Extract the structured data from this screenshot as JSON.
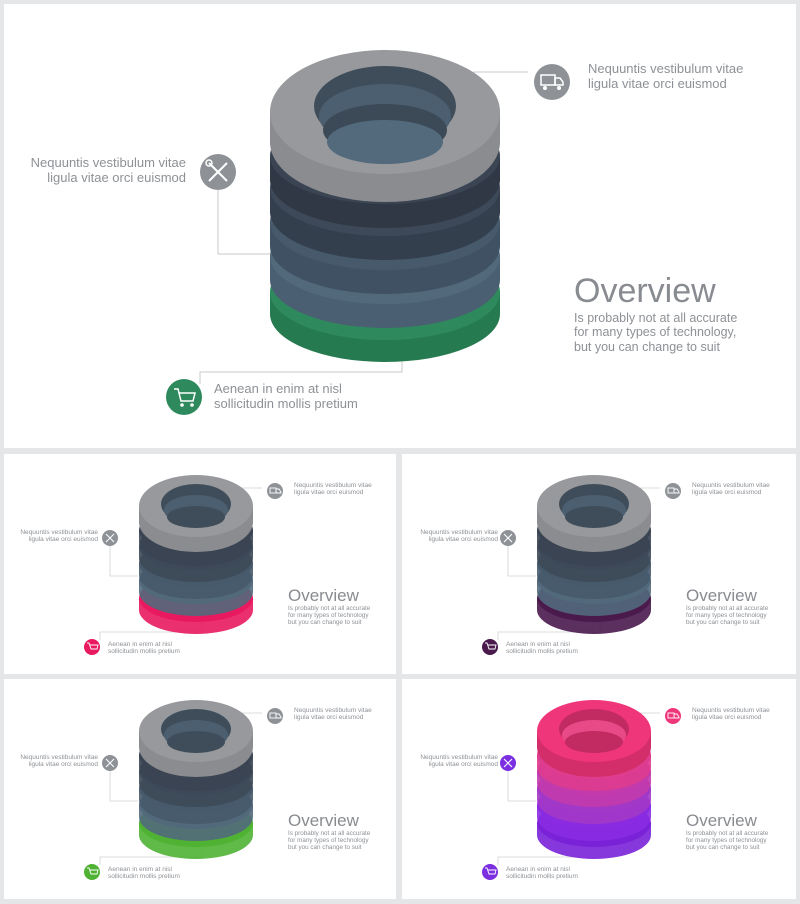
{
  "slides": [
    {
      "id": "main",
      "label_top_right": [
        "Nequuntis vestibulum vitae",
        "ligula vitae orci euismod"
      ],
      "label_left": [
        "Nequuntis vestibulum vitae",
        "ligula vitae orci euismod"
      ],
      "label_bottom": [
        "Aenean in enim at nisl",
        "sollicitudin mollis pretium"
      ],
      "overview_title": "Overview",
      "overview_body": [
        "Is probably not at all accurate",
        "for many types of technology,",
        "but you can change to suit"
      ],
      "accent_color": "#2e8a5c",
      "icons": [
        "truck-icon",
        "tools-icon",
        "cart-icon"
      ]
    },
    {
      "id": "pink",
      "label_top_right": [
        "Nequuntis vestibulum vitae",
        "ligula vitae orci euismod"
      ],
      "label_left": [
        "Nequuntis vestibulum vitae",
        "ligula vitae orci euismod"
      ],
      "label_bottom": [
        "Aenean in enim at nisl",
        "sollicitudin mollis pretium"
      ],
      "overview_title": "Overview",
      "overview_body": [
        "Is probably not at all accurate",
        "for many types of technology",
        "but you can change to suit"
      ],
      "accent_color": "#e8195e"
    },
    {
      "id": "purple",
      "label_top_right": [
        "Nequuntis vestibulum vitae",
        "ligula vitae orci euismod"
      ],
      "label_left": [
        "Nequuntis vestibulum vitae",
        "ligula vitae orci euismod"
      ],
      "label_bottom": [
        "Aenean in enim at nisl",
        "sollicitudin mollis pretium"
      ],
      "overview_title": "Overview",
      "overview_body": [
        "Is probably not at all accurate",
        "for many types of technology",
        "but you can change to suit"
      ],
      "accent_color": "#4a1a4d"
    },
    {
      "id": "green",
      "label_top_right": [
        "Nequuntis vestibulum vitae",
        "ligula vitae orci euismod"
      ],
      "label_left": [
        "Nequuntis vestibulum vitae",
        "ligula vitae orci euismod"
      ],
      "label_bottom": [
        "Aenean in enim at nisl",
        "sollicitudin mollis pretium"
      ],
      "overview_title": "Overview",
      "overview_body": [
        "Is probably not at all accurate",
        "for many types of technology",
        "but you can change to suit"
      ],
      "accent_color": "#4fb233"
    },
    {
      "id": "gradient",
      "label_top_right": [
        "Nequuntis vestibulum vitae",
        "ligula vitae orci euismod"
      ],
      "label_left": [
        "Nequuntis vestibulum vitae",
        "ligula vitae orci euismod"
      ],
      "label_bottom": [
        "Aenean in enim at nisl",
        "sollicitudin mollis pretium"
      ],
      "overview_title": "Overview",
      "overview_body": [
        "Is probably not at all accurate",
        "for many types of technology",
        "but you can change to suit"
      ],
      "accent_color": "#7b2fe0",
      "stack_colors": [
        "#f0367a",
        "#de3c8e",
        "#c23aac",
        "#a238c8",
        "#8a2be2"
      ]
    }
  ]
}
